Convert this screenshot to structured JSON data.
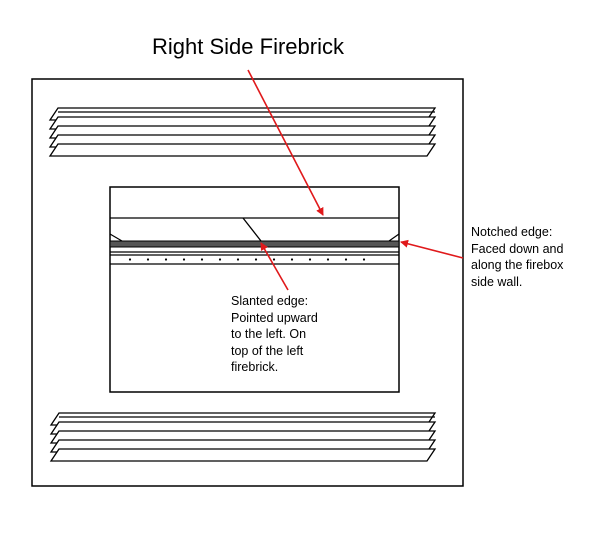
{
  "title": "Right Side Firebrick",
  "callouts": {
    "notched_edge": "Notched edge:\nFaced down and\nalong the firebox\nside wall.",
    "slanted_edge": "Slanted edge:\nPointed upward\nto the left. On\ntop of the left\nfirebrick."
  },
  "colors": {
    "outline": "#000000",
    "arrow": "#e0191b",
    "dark_band": "#555555"
  }
}
